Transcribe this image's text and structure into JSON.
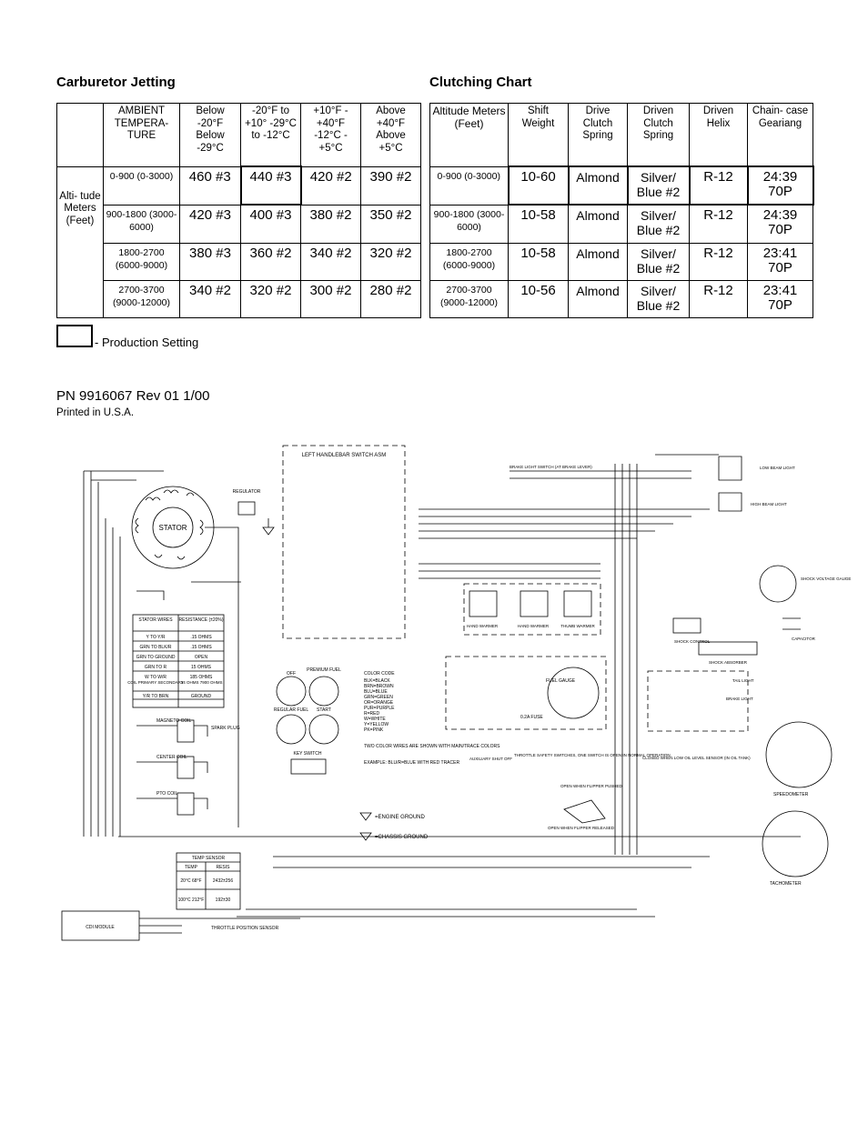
{
  "headings": {
    "jetting": "Carburetor Jetting",
    "clutching": "Clutching Chart"
  },
  "jetting": {
    "header": {
      "ambient": "AMBIENT TEMPERA- TURE",
      "cols": [
        "Below -20°F Below -29°C",
        "-20°F to +10° -29°C to -12°C",
        "+10°F - +40°F -12°C - +5°C",
        "Above +40°F Above +5°C"
      ]
    },
    "side_label": "Alti- tude Meters (Feet)",
    "rows": [
      {
        "alt": "0-900 (0-3000)",
        "jets": [
          "460 #3",
          "440 #3",
          "420 #2",
          "390 #2"
        ]
      },
      {
        "alt": "900-1800 (3000-6000)",
        "jets": [
          "420 #3",
          "400 #3",
          "380 #2",
          "350 #2"
        ]
      },
      {
        "alt": "1800-2700 (6000-9000)",
        "jets": [
          "380 #3",
          "360 #2",
          "340 #2",
          "320 #2"
        ]
      },
      {
        "alt": "2700-3700 (9000-12000)",
        "jets": [
          "340 #2",
          "320 #2",
          "300 #2",
          "280 #2"
        ]
      }
    ]
  },
  "clutching": {
    "header": {
      "altitude": "Altitude Meters (Feet)",
      "cols": [
        "Shift Weight",
        "Drive Clutch Spring",
        "Driven Clutch Spring",
        "Driven Helix",
        "Chain- case Geariang"
      ]
    },
    "rows": [
      {
        "alt": "0-900 (0-3000)",
        "vals": [
          "10-60",
          "Almond",
          "Silver/ Blue #2",
          "R-12",
          "24:39 70P"
        ]
      },
      {
        "alt": "900-1800 (3000-6000)",
        "vals": [
          "10-58",
          "Almond",
          "Silver/ Blue #2",
          "R-12",
          "24:39 70P"
        ]
      },
      {
        "alt": "1800-2700 (6000-9000)",
        "vals": [
          "10-58",
          "Almond",
          "Silver/ Blue #2",
          "R-12",
          "23:41 70P"
        ]
      },
      {
        "alt": "2700-3700 (9000-12000)",
        "vals": [
          "10-56",
          "Almond",
          "Silver/ Blue #2",
          "R-12",
          "23:41 70P"
        ]
      }
    ]
  },
  "production_setting": "- Production Setting",
  "part_number": "PN 9916067 Rev 01 1/00",
  "printed": "Printed in U.S.A.",
  "diagram": {
    "handlebar": "LEFT HANDLEBAR SWITCH ASM",
    "stator": "STATOR",
    "regulator": "REGULATOR",
    "stator_table": {
      "headers": [
        "STATOR WIRES",
        "RESISTANCE (±20%)"
      ],
      "rows": [
        [
          "Y TO Y/R",
          ".15 OHMS"
        ],
        [
          "GRN TO BLK/R",
          ".15 OHMS"
        ],
        [
          "GRN TO GROUND",
          "OPEN"
        ],
        [
          "GRN TO R",
          "15 OHMS"
        ],
        [
          "W TO W/R",
          "185 OHMS"
        ],
        [
          "COIL PRIMARY SECONDARY",
          ".34 OHMS 7900 OHMS"
        ],
        [
          "Y/R TO BRN",
          "GROUND"
        ]
      ]
    },
    "temp_table": {
      "title": "TEMP SENSOR",
      "headers": [
        "TEMP",
        "RESIS"
      ],
      "rows": [
        [
          "20°C 68°F",
          "2432±256"
        ],
        [
          "100°C 212°F",
          "192±30"
        ]
      ]
    },
    "color_code": {
      "title": "COLOR CODE",
      "items": [
        "BLK=BLACK",
        "BRN=BROWN",
        "BLU=BLUE",
        "GRN=GREEN",
        "OR=ORANGE",
        "PUR=PURPLE",
        "R=RED",
        "W=WHITE",
        "Y=YELLOW",
        "PK=PINK"
      ]
    },
    "notes": [
      "TWO COLOR WIRES ARE SHOWN WITH MAIN/TRACE COLORS",
      "EXAMPLE: BLU/R=BLUE WITH RED TRACER"
    ],
    "ground_engine": "=ENGINE GROUND",
    "ground_chassis": "=CHASSIS GROUND",
    "labels": {
      "key_switch": "KEY SWITCH",
      "off": "OFF",
      "premium": "PREMIUM FUEL",
      "regular": "REGULAR FUEL",
      "start": "START",
      "magneto": "MAGNETO COIL",
      "center": "CENTER COIL",
      "ptr": "PTO COIL",
      "spark": "SPARK PLUG",
      "cdi": "CDI MODULE",
      "throttle": "THROTTLE POSITION SENSOR",
      "fuel_gauge": "FUEL GAUGE",
      "fuse": "0.2A FUSE",
      "speedometer": "SPEEDOMETER",
      "tachometer": "TACHOMETER",
      "shock": "SHOCK ABSORBER",
      "capacitor": "CAPACITOR",
      "brake_switch": "BRAKE LIGHT SWITCH (AT BRAKE LEVER)",
      "low_beam": "LOW BEAM LIGHT",
      "high_beam": "HIGH BEAM LIGHT",
      "tail": "TAIL LIGHT",
      "brake_light": "BRAKE LIGHT",
      "hand_warmer": "HAND WARMER",
      "thumb_warmer": "THUMB WARMER",
      "aux_shutoff": "AUXILIARY SHUT OFF",
      "throttle_safety": "THROTTLE SAFETY SWITCHES, ONE SWITCH IS OPEN IN NORMAL OPERATION.",
      "open_flipper": "OPEN WHEN FLIPPER PUSHED",
      "open_released": "OPEN WHEN FLIPPER RELEASED",
      "oil_sensor": "CLOSED WHEN LOW OIL LEVEL SENSOR (IN OIL TANK)",
      "shock_control": "SHOCK CONTROL",
      "shock_gauge": "SHOCK VOLTAGE GAUGE"
    }
  }
}
